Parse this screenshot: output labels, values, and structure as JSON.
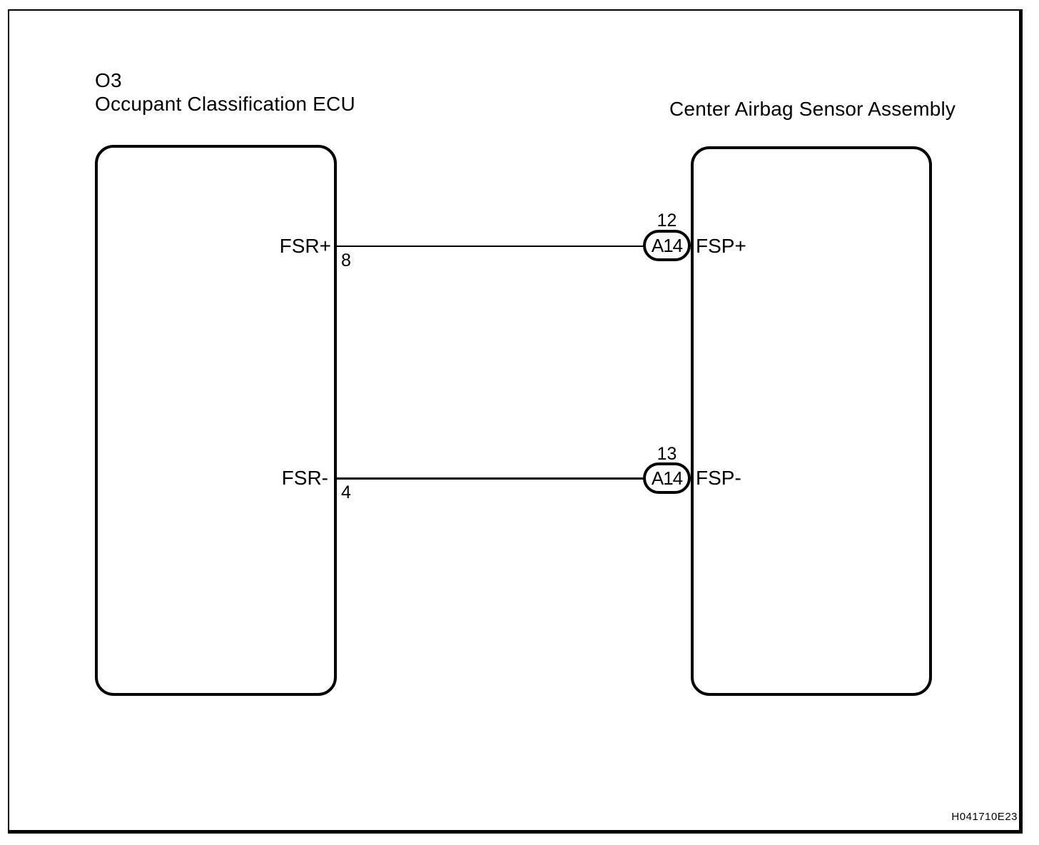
{
  "diagram": {
    "left_component": {
      "code": "O3",
      "name": "Occupant Classification ECU"
    },
    "right_component": {
      "name": "Center Airbag Sensor Assembly"
    },
    "wires": [
      {
        "left_label": "FSR+",
        "left_pin": "8",
        "right_pin": "12",
        "right_connector": "A14",
        "right_label": "FSP+"
      },
      {
        "left_label": "FSR-",
        "left_pin": "4",
        "right_pin": "13",
        "right_connector": "A14",
        "right_label": "FSP-"
      }
    ],
    "figure_code": "H041710E23",
    "colors": {
      "line": "#000000",
      "background": "#ffffff"
    }
  }
}
